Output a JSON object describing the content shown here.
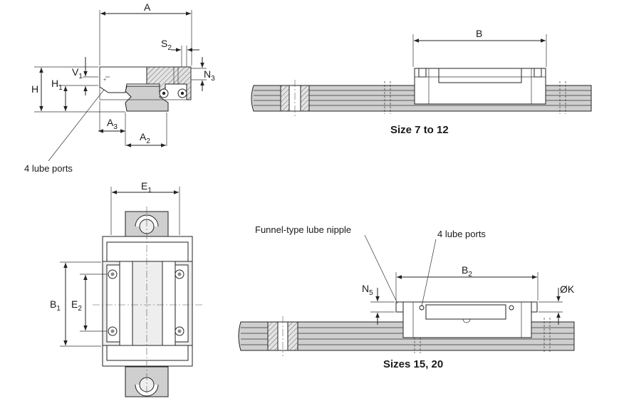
{
  "labels": {
    "A": "A",
    "S": "S",
    "S_sub": "2",
    "N3": "N",
    "N3_sub": "3",
    "V": "V",
    "V_sub": "1",
    "H": "H",
    "H1": "H",
    "H1_sub": "1",
    "A3": "A",
    "A3_sub": "3",
    "A2": "A",
    "A2_sub": "2",
    "B": "B",
    "E1": "E",
    "E1_sub": "1",
    "B1": "B",
    "B1_sub": "1",
    "E2": "E",
    "E2_sub": "2",
    "B2": "B",
    "B2_sub": "2",
    "N5": "N",
    "N5_sub": "5",
    "K": "ØK"
  },
  "notes": {
    "lube_ports_top": "4 lube ports",
    "funnel_nipple": "Funnel-type lube nipple",
    "lube_ports_bottom": "4 lube ports"
  },
  "captions": {
    "top": "Size 7 to 12",
    "bottom": "Sizes 15, 20"
  }
}
